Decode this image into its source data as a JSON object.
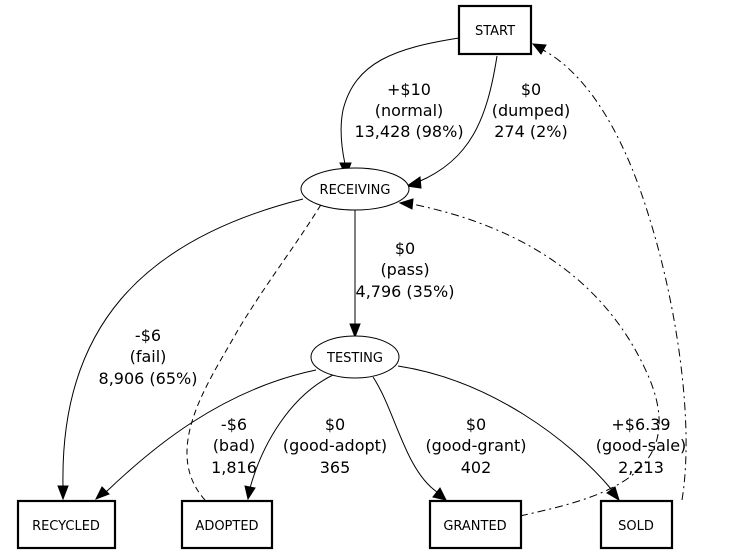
{
  "nodes": {
    "start": "START",
    "receiving": "RECEIVING",
    "testing": "TESTING",
    "recycled": "RECYCLED",
    "adopted": "ADOPTED",
    "granted": "GRANTED",
    "sold": "SOLD"
  },
  "edges": {
    "start_receiving_normal": {
      "amount": "+$10",
      "reason": "(normal)",
      "count": "13,428 (98%)"
    },
    "start_receiving_dumped": {
      "amount": "$0",
      "reason": "(dumped)",
      "count": "274 (2%)"
    },
    "receiving_testing_pass": {
      "amount": "$0",
      "reason": "(pass)",
      "count": "4,796 (35%)"
    },
    "receiving_recycled_fail": {
      "amount": "-$6",
      "reason": "(fail)",
      "count": "8,906 (65%)"
    },
    "testing_recycled_bad": {
      "amount": "-$6",
      "reason": "(bad)",
      "count": "1,816"
    },
    "testing_adopted": {
      "amount": "$0",
      "reason": "(good-adopt)",
      "count": "365"
    },
    "testing_granted": {
      "amount": "$0",
      "reason": "(good-grant)",
      "count": "402"
    },
    "testing_sold": {
      "amount": "+$6.39",
      "reason": "(good-sale)",
      "count": "2,213"
    }
  }
}
